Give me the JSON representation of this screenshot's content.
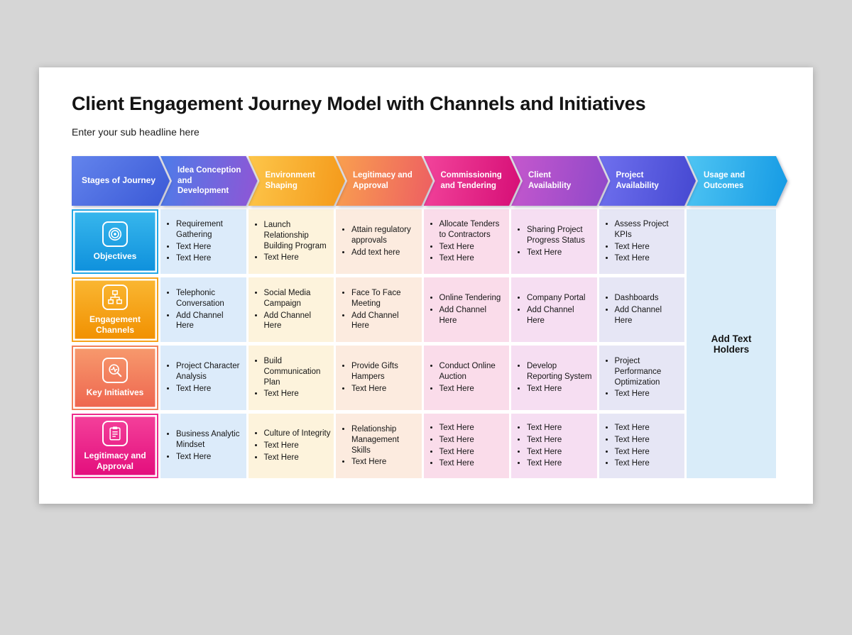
{
  "page": {
    "title": "Client Engagement Journey Model with Channels and Initiatives",
    "subtitle": "Enter your sub headline here"
  },
  "palette": {
    "page_background": "#d6d6d6",
    "card_background": "#ffffff",
    "arrow_gradients": {
      "stages_of_journey": [
        "#6384ec",
        "#3a58d6"
      ],
      "idea_conception": [
        "#4d7ce9",
        "#9055d5"
      ],
      "environment_shaping": [
        "#fdc64a",
        "#f4991a"
      ],
      "legitimacy_approval": [
        "#f9a04f",
        "#ed5e62"
      ],
      "commissioning_tendering": [
        "#f2449b",
        "#d60e76"
      ],
      "client_availability": [
        "#c558cd",
        "#8f48c9"
      ],
      "project_availability": [
        "#6f70ee",
        "#4548d1"
      ],
      "usage_outcomes": [
        "#4fc5f3",
        "#159ae4"
      ]
    },
    "row_header_gradients": {
      "objectives": [
        "#38b7ed",
        "#0e90dc"
      ],
      "engagement_channels": [
        "#fab733",
        "#f19000"
      ],
      "key_initiatives": [
        "#f79a6d",
        "#ee654f"
      ],
      "legitimacy_and_approval": [
        "#f4419b",
        "#e30d7c"
      ]
    },
    "column_tints": [
      "#dcebfa",
      "#fdf3dc",
      "#fcebdf",
      "#fadcea",
      "#f6def2",
      "#e6e6f5",
      "#d9ecf9"
    ]
  },
  "columns": [
    {
      "id": "stages",
      "label": "Stages of Journey"
    },
    {
      "id": "idea",
      "label": "Idea Conception and Development"
    },
    {
      "id": "environment",
      "label": "Environment Shaping"
    },
    {
      "id": "legitimacy",
      "label": "Legitimacy and Approval"
    },
    {
      "id": "commissioning",
      "label": "Commissioning and Tendering"
    },
    {
      "id": "client",
      "label": "Client Availability"
    },
    {
      "id": "project",
      "label": "Project Availability"
    },
    {
      "id": "usage",
      "label": "Usage and Outcomes"
    }
  ],
  "rows": [
    {
      "label": "Objectives",
      "icon": "target-icon",
      "cells": [
        [
          "Requirement Gathering",
          "Text Here",
          "Text Here"
        ],
        [
          "Launch Relationship Building Program",
          "Text Here"
        ],
        [
          "Attain regulatory approvals",
          "Add text here"
        ],
        [
          "Allocate Tenders to Contractors",
          "Text Here",
          "Text Here"
        ],
        [
          "Sharing Project Progress Status",
          "Text Here"
        ],
        [
          "Assess Project KPIs",
          "Text Here",
          "Text Here"
        ]
      ]
    },
    {
      "label": "Engagement Channels",
      "icon": "sitemap-icon",
      "cells": [
        [
          "Telephonic Conversation",
          "Add Channel Here"
        ],
        [
          "Social Media Campaign",
          "Add Channel Here"
        ],
        [
          "Face To Face Meeting",
          "Add Channel Here"
        ],
        [
          "Online Tendering",
          "Add Channel Here"
        ],
        [
          "Company Portal",
          "Add Channel Here"
        ],
        [
          "Dashboards",
          "Add Channel Here"
        ]
      ]
    },
    {
      "label": "Key Initiatives",
      "icon": "magnifier-pulse-icon",
      "cells": [
        [
          "Project Character Analysis",
          "Text Here"
        ],
        [
          "Build Communication Plan",
          "Text Here"
        ],
        [
          "Provide Gifts Hampers",
          "Text Here"
        ],
        [
          "Conduct Online Auction",
          "Text Here"
        ],
        [
          "Develop Reporting System",
          "Text Here"
        ],
        [
          "Project Performance Optimization",
          "Text Here"
        ]
      ]
    },
    {
      "label": "Legitimacy and Approval",
      "icon": "clipboard-icon",
      "cells": [
        [
          "Business Analytic Mindset",
          "Text Here"
        ],
        [
          "Culture of Integrity",
          "Text Here",
          "Text Here"
        ],
        [
          "Relationship Management Skills",
          "Text Here"
        ],
        [
          "Text Here",
          "Text Here",
          "Text Here",
          "Text Here"
        ],
        [
          "Text Here",
          "Text Here",
          "Text Here",
          "Text Here"
        ],
        [
          "Text Here",
          "Text Here",
          "Text Here",
          "Text Here"
        ]
      ]
    }
  ],
  "add_text_holders": "Add Text Holders"
}
